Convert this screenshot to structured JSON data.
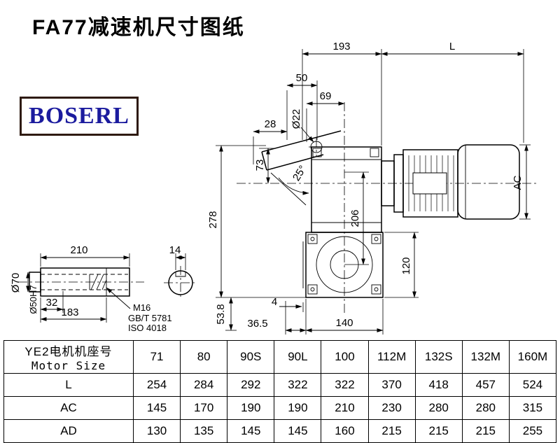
{
  "page": {
    "title": "FA77减速机尺寸图纸",
    "logo_text": "BOSERL"
  },
  "drawing": {
    "dims": {
      "len_193": "193",
      "len_L": "L",
      "len_50": "50",
      "len_69": "69",
      "dia_22": "Ø22",
      "len_28": "28",
      "angle_25": "25°",
      "len_73": "73",
      "len_278": "278",
      "len_206": "206",
      "len_AC": "AC",
      "len_120": "120",
      "len_4": "4",
      "len_36_5": "36.5",
      "len_140": "140",
      "len_53_8": "53.8",
      "len_210": "210",
      "len_14": "14",
      "dia_70": "Ø70",
      "dia_50h7": "Ø50H7",
      "thread": "M16",
      "thread_std1": "GB/T 5781",
      "thread_std2": "ISO 4018"
    }
  },
  "table": {
    "header_label_cn": "YE2电机机座号",
    "header_label_en": "Motor Size",
    "frames": [
      "71",
      "80",
      "90S",
      "90L",
      "100",
      "112M",
      "132S",
      "132M",
      "160M"
    ],
    "rows": [
      {
        "label": "L",
        "values": [
          "254",
          "284",
          "292",
          "322",
          "322",
          "370",
          "418",
          "457",
          "524"
        ]
      },
      {
        "label": "AC",
        "values": [
          "145",
          "170",
          "190",
          "190",
          "210",
          "230",
          "280",
          "280",
          "315"
        ]
      },
      {
        "label": "AD",
        "values": [
          "130",
          "135",
          "145",
          "145",
          "160",
          "215",
          "215",
          "215",
          "255"
        ]
      }
    ]
  }
}
